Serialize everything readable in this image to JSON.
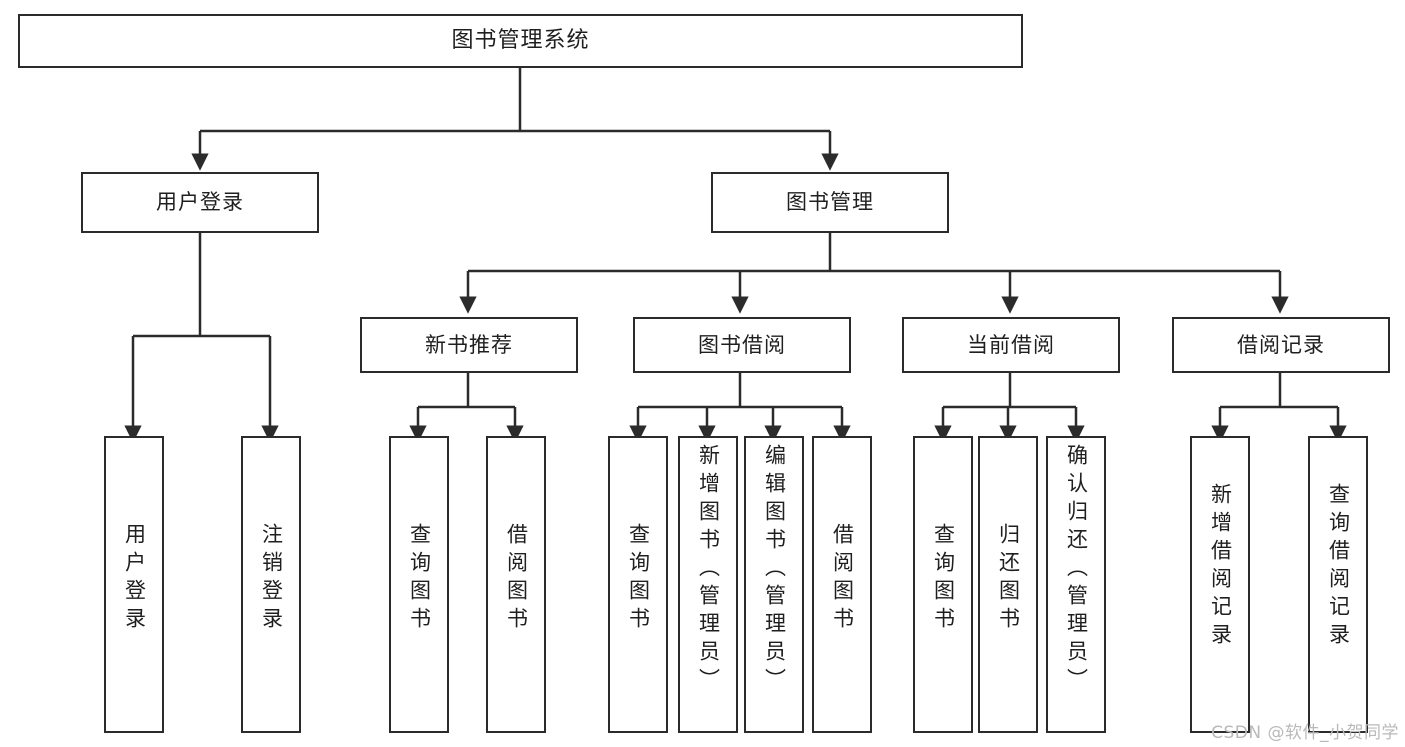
{
  "diagram": {
    "title": "图书管理系统",
    "type": "tree",
    "watermark": "CSDN @软件_小贺同学",
    "colors": {
      "stroke": "#2b2b2b",
      "fill": "#ffffff",
      "text": "#1f1f1f",
      "watermark": "#b9b9b9"
    },
    "levels": {
      "root": {
        "label": "图书管理系统"
      },
      "level1": [
        {
          "label": "用户登录"
        },
        {
          "label": "图书管理"
        }
      ],
      "level2": [
        {
          "label": "新书推荐"
        },
        {
          "label": "图书借阅"
        },
        {
          "label": "当前借阅"
        },
        {
          "label": "借阅记录"
        }
      ],
      "leaves": {
        "user_login": [
          {
            "label": "用户登录"
          },
          {
            "label": "注销登录"
          }
        ],
        "new_book_recommend": [
          {
            "label": "查询图书"
          },
          {
            "label": "借阅图书"
          }
        ],
        "book_borrow": [
          {
            "label": "查询图书"
          },
          {
            "label": "新增图书（管理员）"
          },
          {
            "label": "编辑图书（管理员）"
          },
          {
            "label": "借阅图书"
          }
        ],
        "current_borrow": [
          {
            "label": "查询图书"
          },
          {
            "label": "归还图书"
          },
          {
            "label": "确认归还（管理员）"
          }
        ],
        "borrow_record": [
          {
            "label": "新增借阅记录"
          },
          {
            "label": "查询借阅记录"
          }
        ]
      }
    }
  }
}
